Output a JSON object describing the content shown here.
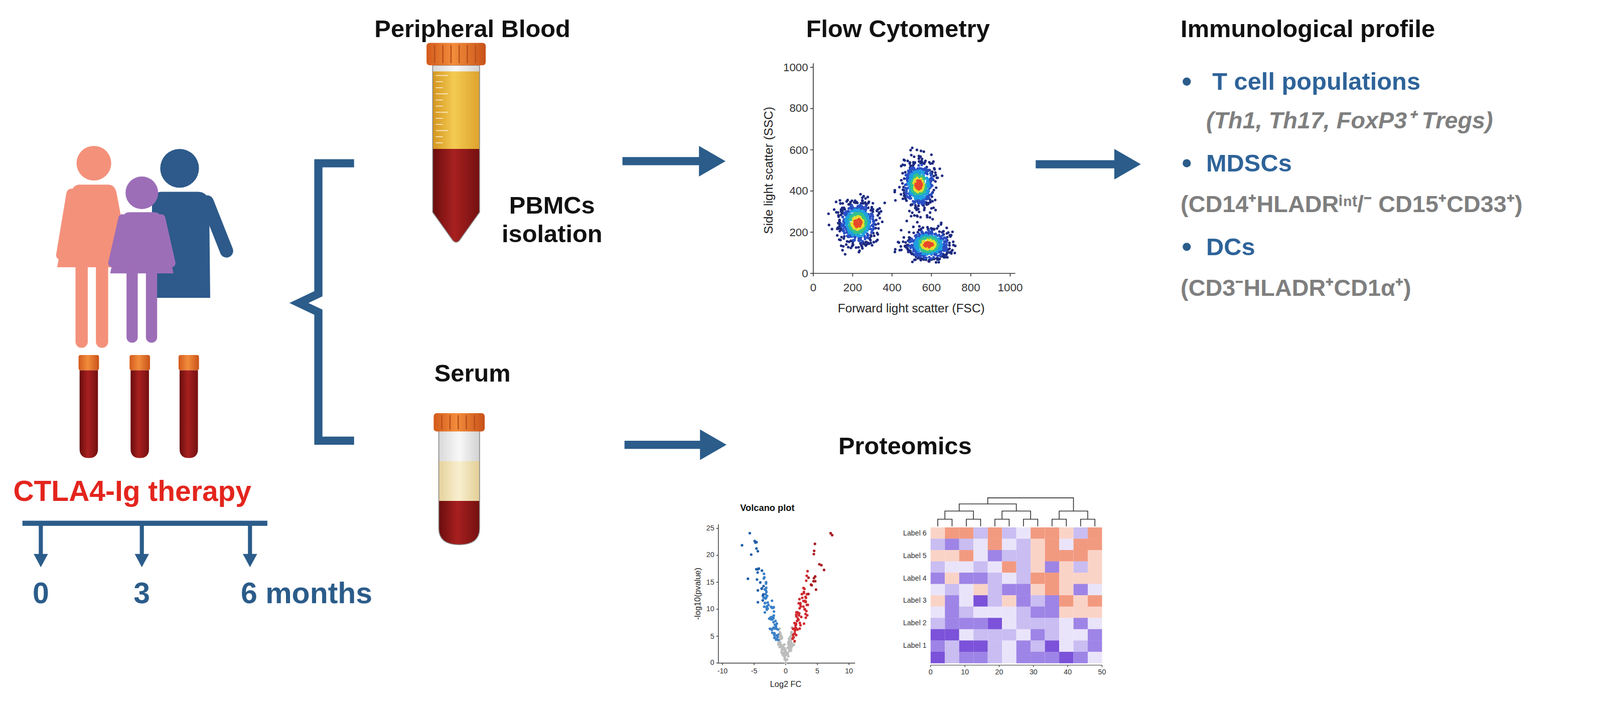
{
  "diagram": {
    "nodes": [
      {
        "text": [
          "Peripheral Blood",
          "PBMCs isolation"
        ]
      },
      {
        "text": [
          "Flow Cytometry"
        ]
      },
      {
        "text": [
          "Immunological profile",
          "T cell populations",
          "(Th1, Th17, FoxP3⁺ Tregs)",
          "MDSCs",
          "(CD14⁺HLADRⁱⁿᵗ/⁻ CD15⁺CD33⁺)",
          "DCs",
          "(CD3⁻HLADR⁺CD1α⁺)"
        ]
      },
      {
        "text": [
          "Serum"
        ]
      },
      {
        "text": [
          "Proteomics"
        ]
      }
    ],
    "edges": [
      {
        "from": 0,
        "to": 1,
        "arrow": "to"
      },
      {
        "from": 1,
        "to": 2,
        "arrow": "to"
      },
      {
        "from": 3,
        "to": 4,
        "arrow": "to"
      }
    ],
    "labels": [
      "CTLA4-Ig therapy",
      "0",
      "3",
      "6 months",
      "Side light scatter (SSC)",
      "1000",
      "800",
      "600",
      "400",
      "200",
      "0",
      "0",
      "200",
      "400",
      "600",
      "800",
      "1000",
      "Forward light scatter (FSC)",
      "Volcano plot",
      "-log10(pvalue)",
      "25",
      "20",
      "15",
      "10",
      "5",
      "0",
      "-10",
      "-5",
      "0",
      "5",
      "10",
      "Log2 FC",
      "Label 6",
      "Label 5",
      "Label 4",
      "Label 3",
      "Label 2",
      "Label 1",
      "0",
      "10",
      "20",
      "30",
      "40",
      "50"
    ]
  }
}
